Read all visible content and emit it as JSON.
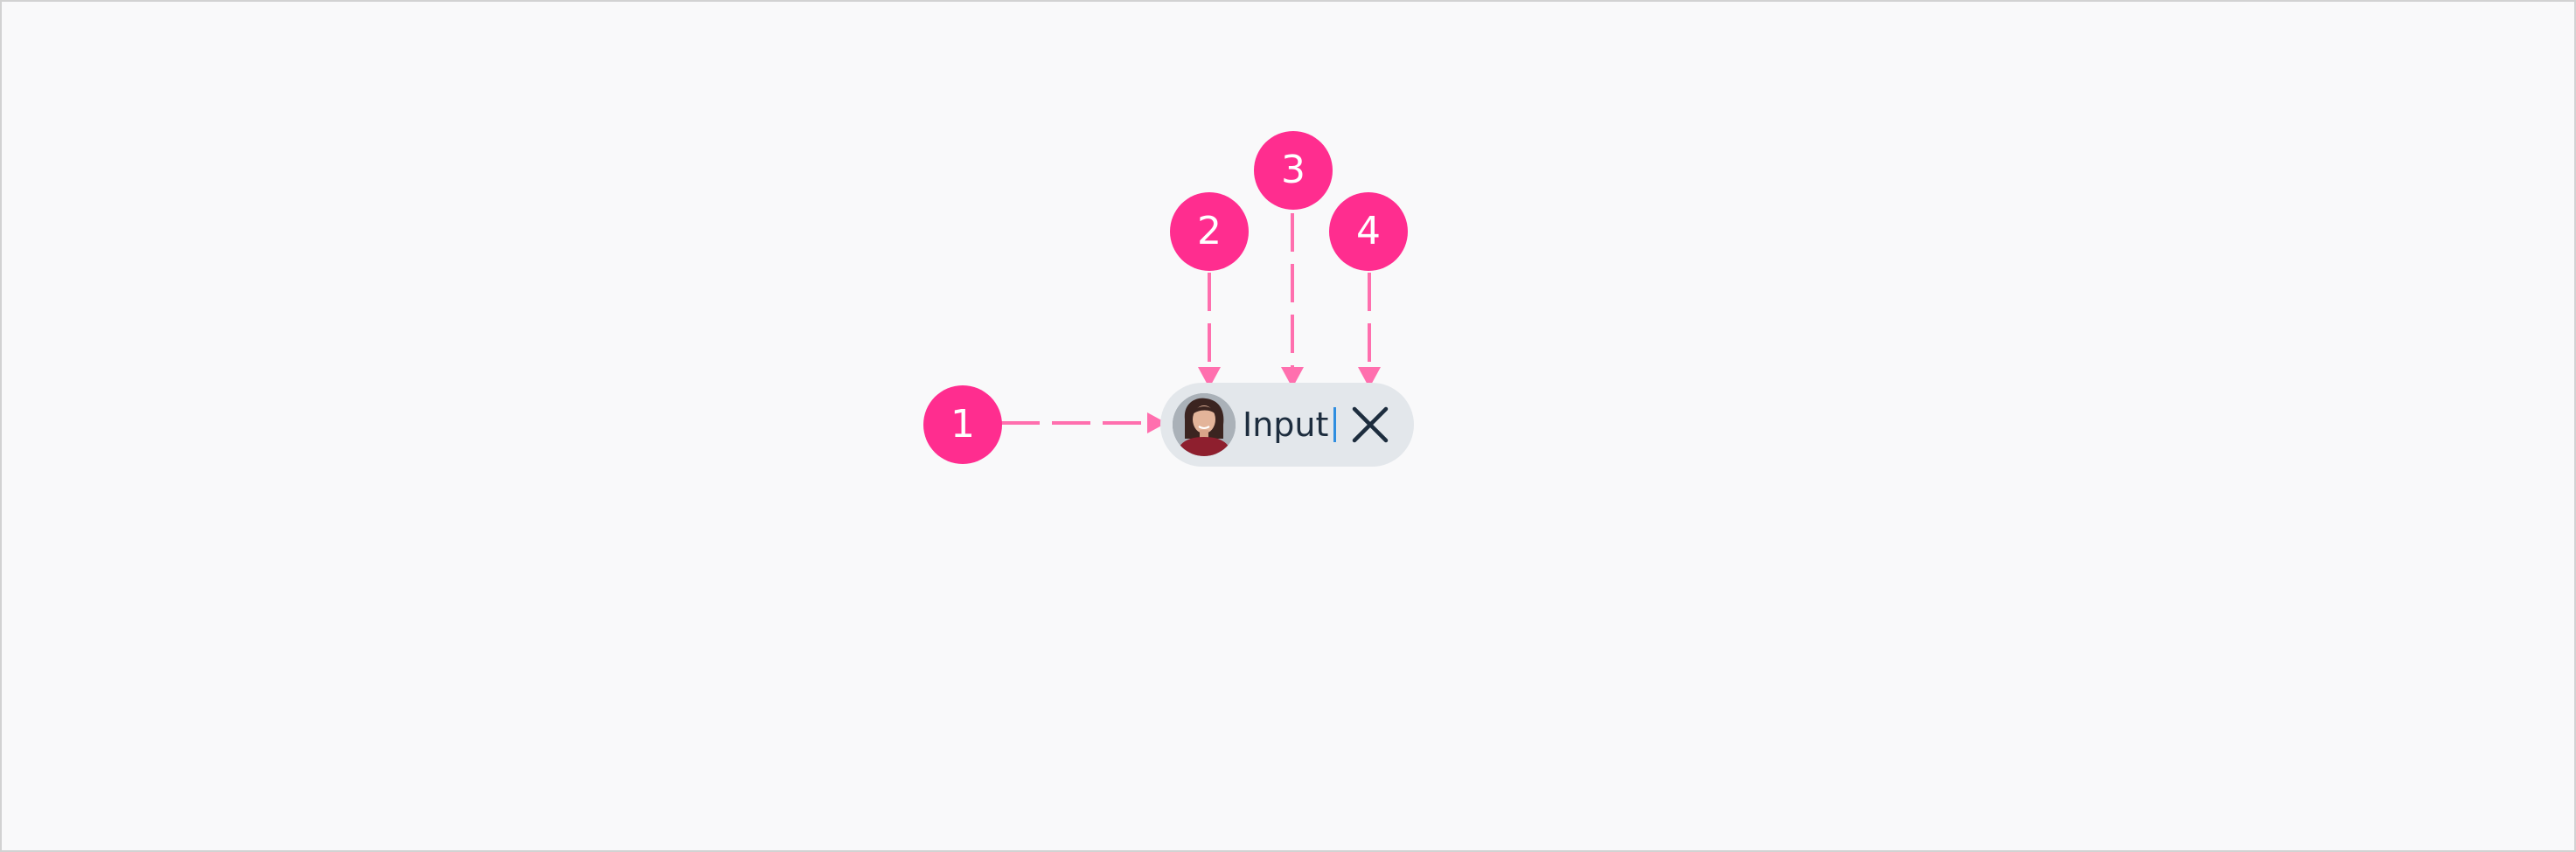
{
  "callouts": [
    {
      "number": "1",
      "target": "token-container"
    },
    {
      "number": "2",
      "target": "avatar"
    },
    {
      "number": "3",
      "target": "text-input"
    },
    {
      "number": "4",
      "target": "clear-button"
    }
  ],
  "token": {
    "input_text": "Input",
    "avatar_icon": "person-photo-icon",
    "clear_icon": "close-icon"
  },
  "colors": {
    "callout": "#ff2d8f",
    "connector": "#ff6fae",
    "token_background": "#e3e7eb",
    "text": "#1d2d3e",
    "caret": "#2f8ee0",
    "canvas_background": "#f9f9fa"
  }
}
